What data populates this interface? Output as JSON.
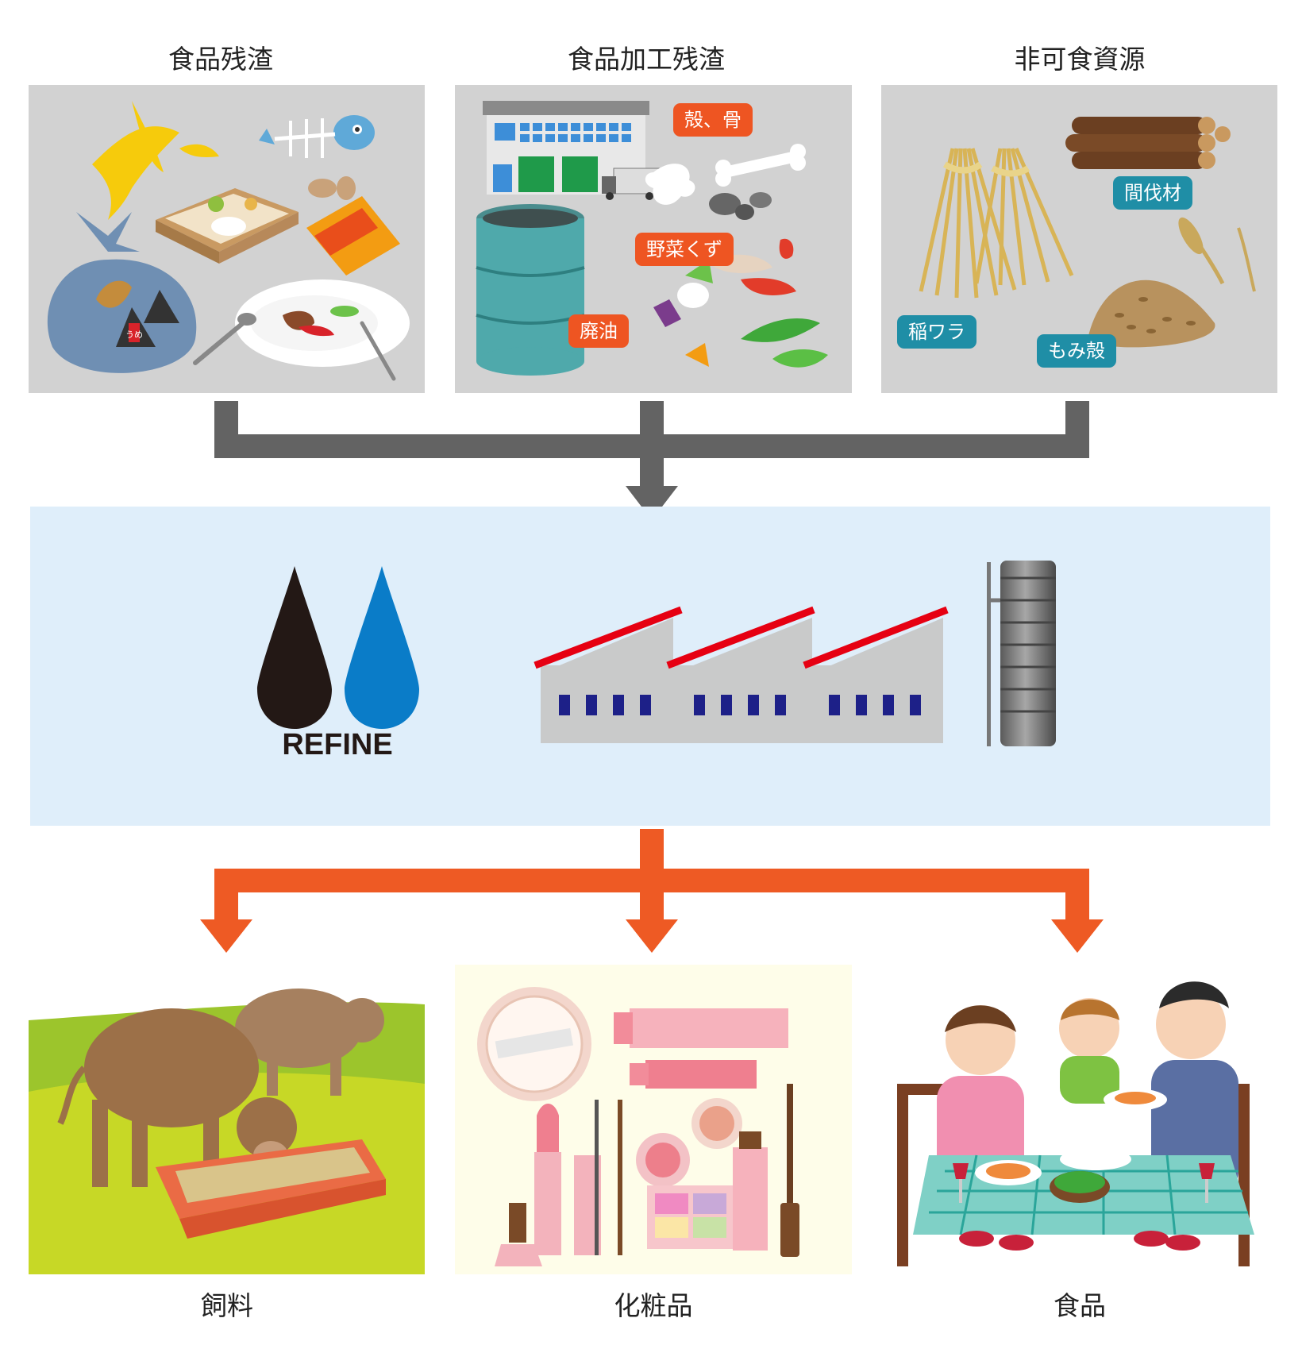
{
  "sources": [
    {
      "title": "食品残渣",
      "tags": []
    },
    {
      "title": "食品加工残渣",
      "tags": [
        "殻、骨",
        "野菜くず",
        "廃油"
      ]
    },
    {
      "title": "非可食資源",
      "tags": [
        "間伐材",
        "稲ワラ",
        "もみ殻"
      ]
    }
  ],
  "process": {
    "logo_text": "REFINE",
    "small_label": "うめ"
  },
  "outputs": [
    {
      "title": "飼料"
    },
    {
      "title": "化粧品"
    },
    {
      "title": "食品"
    }
  ],
  "colors": {
    "input_arrow": "#636363",
    "output_arrow": "#ee5a24",
    "process_bg": "#dfeefa",
    "tag_orange": "#ee5522",
    "tag_teal": "#1f8ea6"
  }
}
